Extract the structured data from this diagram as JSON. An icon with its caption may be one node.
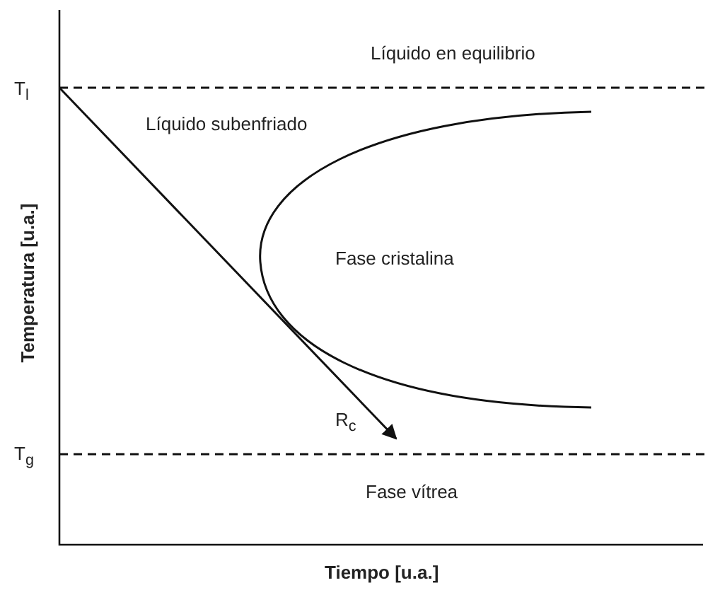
{
  "diagram": {
    "labels": [
      "Líquido en equilibrio",
      "T$_{l}$",
      "Líquido subenfriado",
      "Fase cristalina",
      "R$_{c}$",
      "T$_{g}$",
      "Fase vítrea",
      "Temperatura [u.a.]",
      "Tiempo [u.a.]"
    ]
  }
}
